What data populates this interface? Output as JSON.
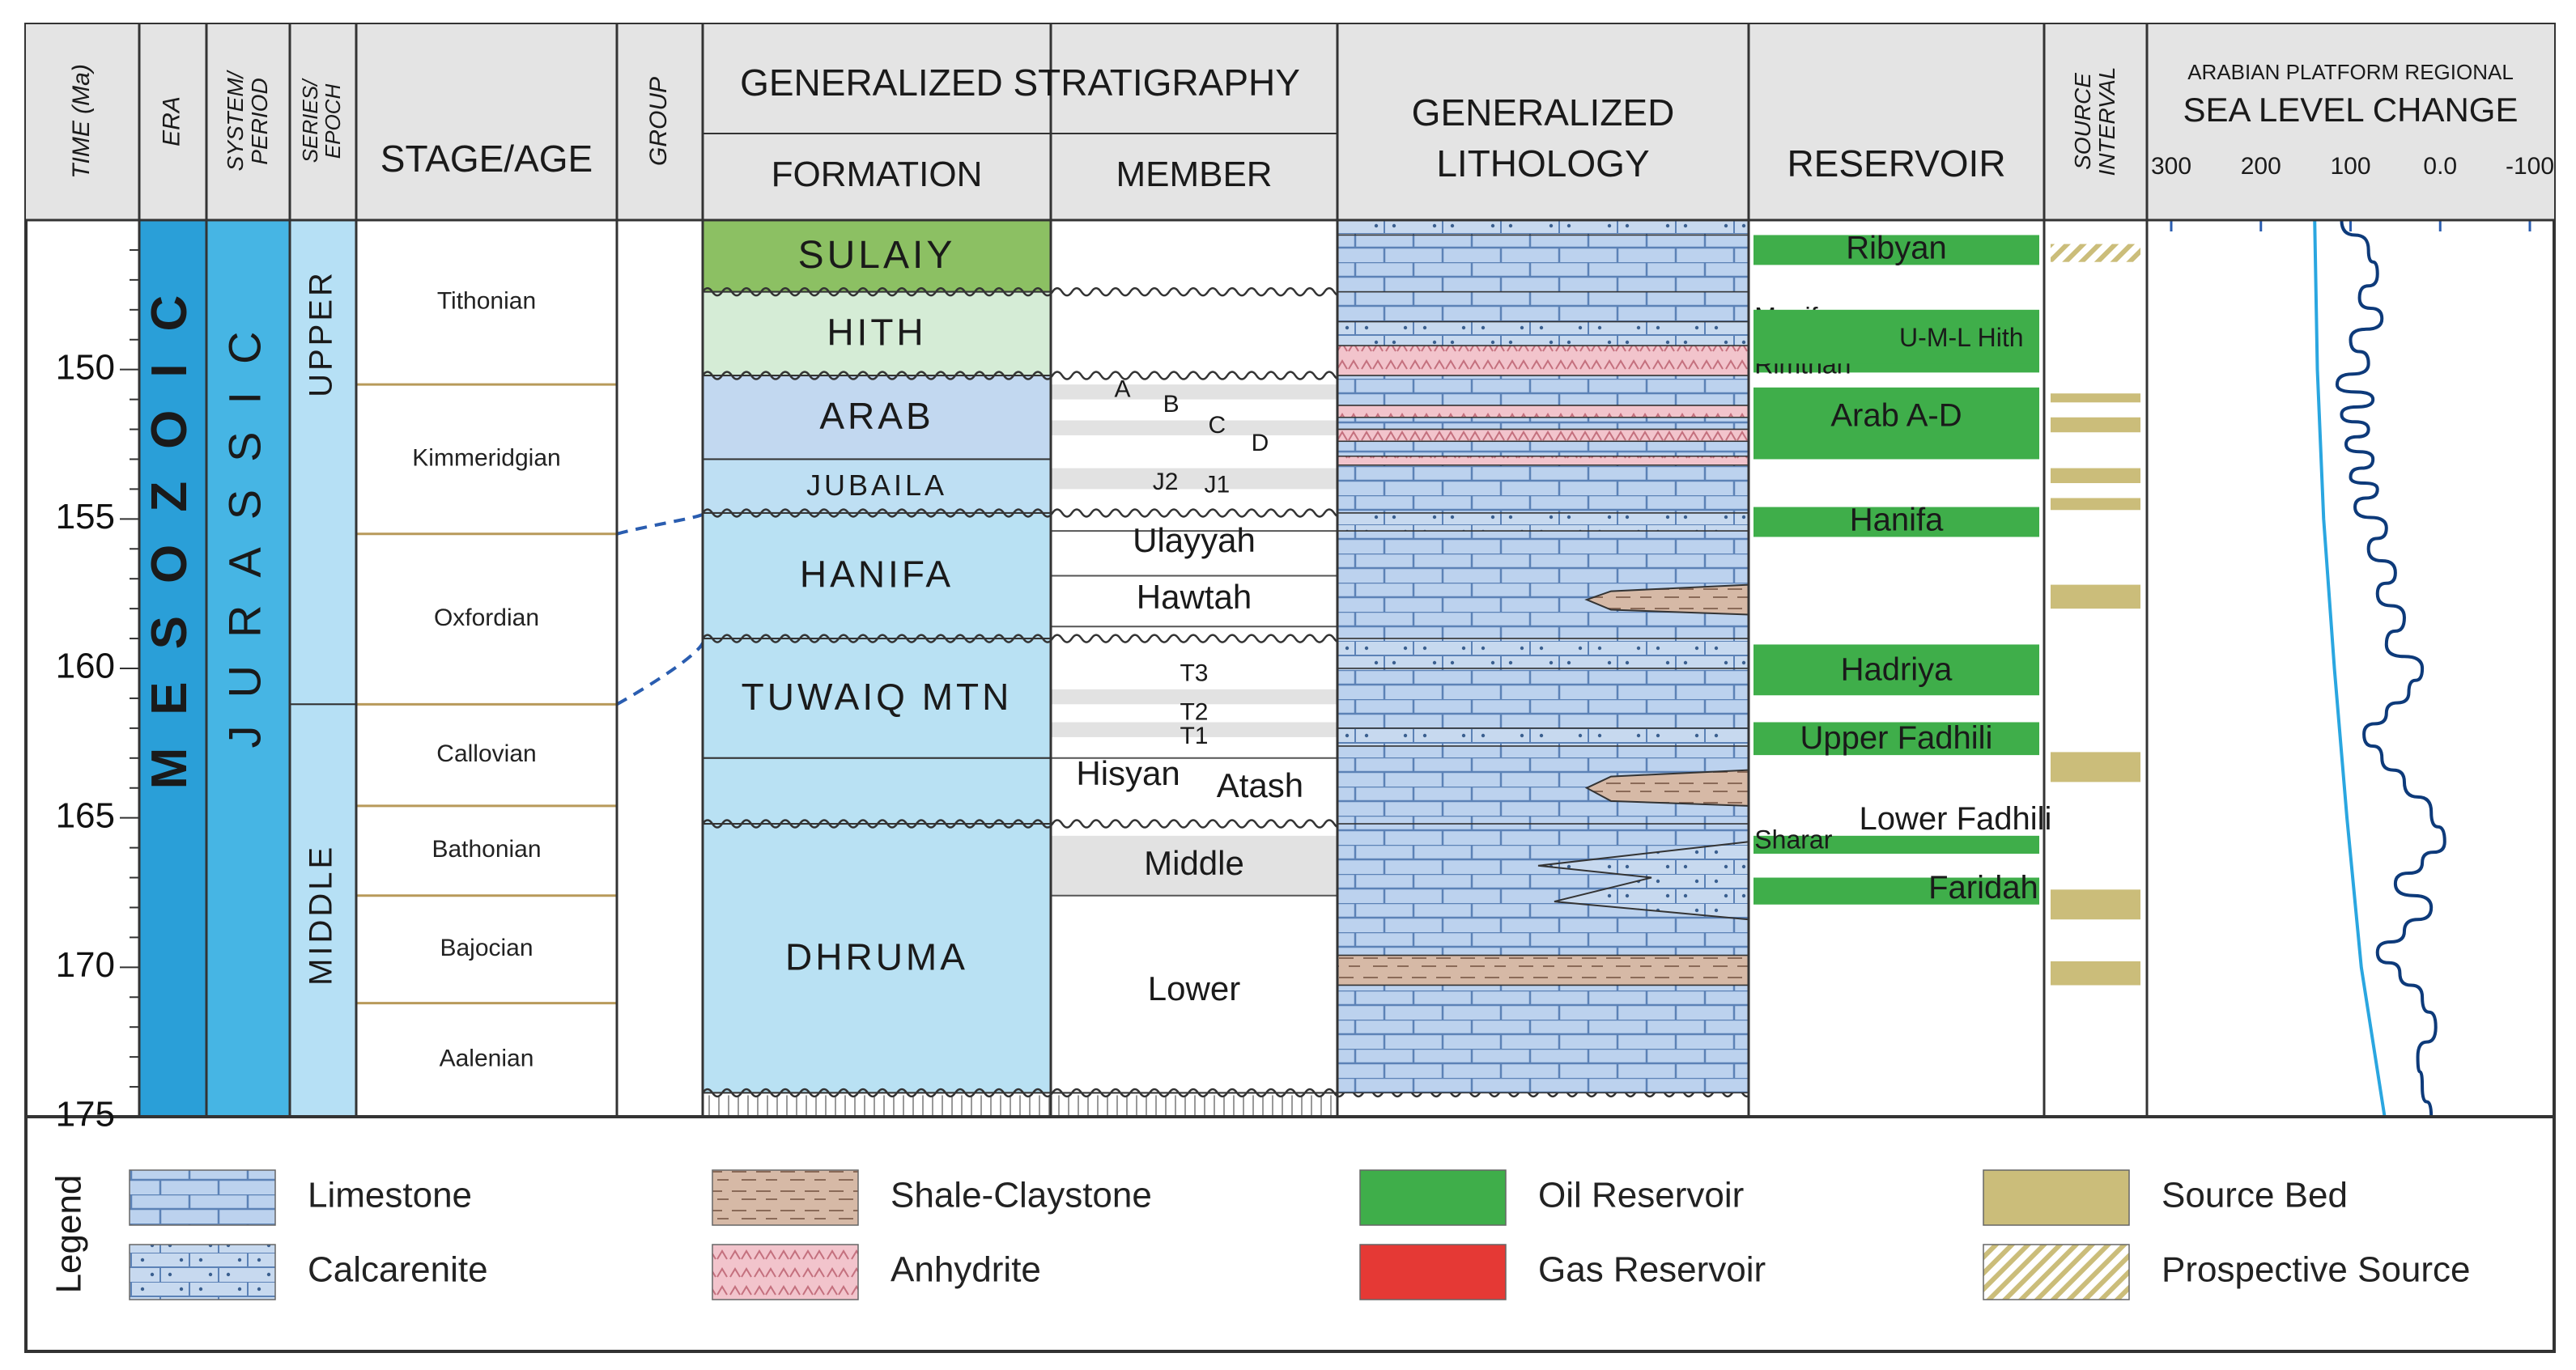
{
  "headers": {
    "time": "TIME (Ma)",
    "era": "ERA",
    "system": [
      "SYSTEM/",
      "PERIOD"
    ],
    "series": [
      "SERIES/",
      "EPOCH"
    ],
    "stage": "STAGE/AGE",
    "group": "GROUP",
    "gen_strat": "GENERALIZED STRATIGRAPHY",
    "formation": "FORMATION",
    "member": "MEMBER",
    "lithology": [
      "GENERALIZED",
      "LITHOLOGY"
    ],
    "reservoir": "RESERVOIR",
    "source": [
      "SOURCE",
      "INTERVAL"
    ],
    "sea_title": "ARABIAN PLATFORM REGIONAL",
    "sea_subtitle": "SEA LEVEL CHANGE",
    "sea_ticks": [
      "300",
      "200",
      "100",
      "0.0",
      "-100"
    ]
  },
  "time_ticks": [
    "150",
    "155",
    "160",
    "165",
    "170",
    "175"
  ],
  "era": "MESOZOIC",
  "system": "JURASSIC",
  "series": [
    {
      "name": "UPPER",
      "top": 145,
      "base": 161.2
    },
    {
      "name": "MIDDLE",
      "top": 161.2,
      "base": 175
    }
  ],
  "stages": [
    {
      "name": "Tithonian",
      "top": 145,
      "base": 150.5
    },
    {
      "name": "Kimmeridgian",
      "top": 150.5,
      "base": 155.5
    },
    {
      "name": "Oxfordian",
      "top": 155.5,
      "base": 161.2
    },
    {
      "name": "Callovian",
      "top": 161.2,
      "base": 164.6
    },
    {
      "name": "Bathonian",
      "top": 164.6,
      "base": 167.6
    },
    {
      "name": "Bajocian",
      "top": 167.6,
      "base": 171.2
    },
    {
      "name": "Aalenian",
      "top": 171.2,
      "base": 175
    }
  ],
  "formations": [
    {
      "name": "SULAIY",
      "top": 145,
      "base": 147.4,
      "color": "#8cc063"
    },
    {
      "name": "HITH",
      "top": 147.4,
      "base": 150.2,
      "color": "#d5ecd6"
    },
    {
      "name": "ARAB",
      "top": 150.2,
      "base": 153.0,
      "color": "#c2d8f0"
    },
    {
      "name": "JUBAILA",
      "top": 153.0,
      "base": 154.8,
      "color": "#bedff3"
    },
    {
      "name": "HANIFA",
      "top": 154.8,
      "base": 159.0,
      "color": "#b9e1f3"
    },
    {
      "name": "TUWAIQ MTN",
      "top": 159.0,
      "base": 163.0,
      "color": "#b9e1f3"
    },
    {
      "name": "",
      "top": 163.0,
      "base": 165.2,
      "color": "#b9e1f3"
    },
    {
      "name": "DHRUMA",
      "top": 165.2,
      "base": 174.2,
      "color": "#b9e1f3"
    }
  ],
  "members": [
    {
      "name": "A",
      "t": 150.7,
      "xf": 0.25,
      "small": true
    },
    {
      "name": "B",
      "t": 151.2,
      "xf": 0.42,
      "small": true
    },
    {
      "name": "C",
      "t": 151.9,
      "xf": 0.58,
      "small": true
    },
    {
      "name": "D",
      "t": 152.5,
      "xf": 0.73,
      "small": true
    },
    {
      "name": "J2",
      "t": 153.8,
      "xf": 0.4,
      "small": true
    },
    {
      "name": "J1",
      "t": 153.9,
      "xf": 0.58,
      "small": true
    },
    {
      "name": "Ulayyah",
      "t": 155.8,
      "xf": 0.5,
      "small": false
    },
    {
      "name": "Hawtah",
      "t": 157.7,
      "xf": 0.5,
      "small": false
    },
    {
      "name": "T3",
      "t": 160.2,
      "xf": 0.5,
      "small": true
    },
    {
      "name": "T2",
      "t": 161.5,
      "xf": 0.5,
      "small": true
    },
    {
      "name": "T1",
      "t": 162.3,
      "xf": 0.5,
      "small": true
    },
    {
      "name": "Hisyan",
      "t": 163.6,
      "xf": 0.27,
      "small": false
    },
    {
      "name": "Atash",
      "t": 164.0,
      "xf": 0.73,
      "small": false
    },
    {
      "name": "Middle",
      "t": 166.6,
      "xf": 0.5,
      "small": false
    },
    {
      "name": "Lower",
      "t": 170.8,
      "xf": 0.5,
      "small": false
    }
  ],
  "reservoirs": [
    {
      "name": "Ribyan",
      "top": 145.5,
      "base": 146.5,
      "color": "#3fae4a",
      "label_t": 146.0,
      "xf": 0.5,
      "bar": true
    },
    {
      "name": "Manifa",
      "top": 148.3,
      "base": 148.7,
      "color": "#3fae4a",
      "label_t": 148.3,
      "xf": 0.02,
      "bar": true,
      "anchor": "start"
    },
    {
      "name": "Rimthan",
      "top": 149.7,
      "base": 150.1,
      "color": "#3fae4a",
      "label_t": 149.9,
      "xf": 0.02,
      "bar": true,
      "anchor": "start"
    },
    {
      "name": "U-M-L Hith",
      "top": 148.0,
      "base": 149.8,
      "color": "#3fae4a",
      "label_t": 149.0,
      "xf": 0.72,
      "bar": true
    },
    {
      "name": "Arab A-D",
      "top": 150.6,
      "base": 153.0,
      "color": "#3fae4a",
      "label_t": 151.6,
      "xf": 0.5,
      "bar": true
    },
    {
      "name": "Hanifa",
      "top": 154.6,
      "base": 155.6,
      "color": "#3fae4a",
      "label_t": 155.1,
      "xf": 0.5,
      "bar": true
    },
    {
      "name": "Hadriya",
      "top": 159.2,
      "base": 160.9,
      "color": "#3fae4a",
      "label_t": 160.1,
      "xf": 0.5,
      "bar": true
    },
    {
      "name": "Upper Fadhili",
      "top": 161.8,
      "base": 162.9,
      "color": "#3fae4a",
      "label_t": 162.4,
      "xf": 0.5,
      "bar": true
    },
    {
      "name": "Lower Fadhili",
      "top": 165.6,
      "base": 166.2,
      "color": "#3fae4a",
      "label_t": 165.1,
      "xf": 0.7,
      "bar": true
    },
    {
      "name": "Sharar",
      "top": 165.5,
      "base": 166.1,
      "color": "#3fae4a",
      "label_t": 165.8,
      "xf": 0.02,
      "bar": false,
      "anchor": "start"
    },
    {
      "name": "Faridah",
      "top": 167.0,
      "base": 167.9,
      "color": "#3fae4a",
      "label_t": 167.4,
      "xf": 0.98,
      "bar": true,
      "anchor": "end"
    }
  ],
  "source_beds": [
    {
      "top": 145.8,
      "base": 146.4,
      "type": "prospective"
    },
    {
      "top": 150.8,
      "base": 151.1,
      "type": "bed"
    },
    {
      "top": 151.6,
      "base": 152.1,
      "type": "bed"
    },
    {
      "top": 153.3,
      "base": 153.8,
      "type": "bed"
    },
    {
      "top": 154.3,
      "base": 154.7,
      "type": "bed"
    },
    {
      "top": 157.2,
      "base": 158.0,
      "type": "bed"
    },
    {
      "top": 162.8,
      "base": 163.8,
      "type": "bed"
    },
    {
      "top": 167.4,
      "base": 168.4,
      "type": "bed"
    },
    {
      "top": 169.8,
      "base": 170.6,
      "type": "bed"
    }
  ],
  "litho_units": [
    {
      "top": 145,
      "base": 145.5,
      "type": "calcarenite"
    },
    {
      "top": 145.5,
      "base": 147.4,
      "type": "limestone"
    },
    {
      "top": 147.4,
      "base": 148.4,
      "type": "limestone"
    },
    {
      "top": 148.4,
      "base": 149.2,
      "type": "calcarenite"
    },
    {
      "top": 149.2,
      "base": 150.2,
      "type": "anhydrite"
    },
    {
      "top": 150.2,
      "base": 151.2,
      "type": "limestone"
    },
    {
      "top": 151.2,
      "base": 151.6,
      "type": "anhydrite"
    },
    {
      "top": 151.6,
      "base": 152.0,
      "type": "limestone"
    },
    {
      "top": 152.0,
      "base": 152.4,
      "type": "anhydrite"
    },
    {
      "top": 152.4,
      "base": 152.9,
      "type": "limestone"
    },
    {
      "top": 152.9,
      "base": 153.2,
      "type": "anhydrite"
    },
    {
      "top": 153.2,
      "base": 154.8,
      "type": "limestone"
    },
    {
      "top": 154.8,
      "base": 155.4,
      "type": "calcarenite"
    },
    {
      "top": 155.4,
      "base": 159.0,
      "type": "limestone"
    },
    {
      "top": 159.0,
      "base": 160.0,
      "type": "calcarenite"
    },
    {
      "top": 160.0,
      "base": 162.0,
      "type": "limestone"
    },
    {
      "top": 162.0,
      "base": 162.6,
      "type": "calcarenite"
    },
    {
      "top": 162.6,
      "base": 165.2,
      "type": "limestone"
    },
    {
      "top": 165.2,
      "base": 169.6,
      "type": "limestone"
    },
    {
      "top": 169.6,
      "base": 170.6,
      "type": "shale"
    },
    {
      "top": 170.6,
      "base": 174.2,
      "type": "limestone"
    }
  ],
  "legend": {
    "title": "Legend",
    "items": [
      {
        "label": "Limestone",
        "swatch": "limestone"
      },
      {
        "label": "Calcarenite",
        "swatch": "calcarenite"
      },
      {
        "label": "Shale-Claystone",
        "swatch": "shale"
      },
      {
        "label": "Anhydrite",
        "swatch": "anhydrite"
      },
      {
        "label": "Oil Reservoir",
        "swatch": "oil"
      },
      {
        "label": "Gas Reservoir",
        "swatch": "gas"
      },
      {
        "label": "Source Bed",
        "swatch": "source"
      },
      {
        "label": "Prospective Source",
        "swatch": "prospective"
      }
    ]
  },
  "colors": {
    "era": "#2a9fd8",
    "system": "#46b5e4",
    "series": "#b6e0f5",
    "series_text": "#1f7ab8",
    "oil": "#3fae4a",
    "gas": "#e53935",
    "source": "#cbbd7a",
    "sea_curve": "#0d3a7a",
    "sea_long": "#2aa6e0",
    "limestone": "#bcd2ee",
    "calcarenite": "#c7d9ef",
    "shale": "#d6b9a6",
    "anhydrite": "#f2c4cc"
  },
  "sea_level_curve": {
    "long_term": [
      [
        145,
        140
      ],
      [
        150,
        137
      ],
      [
        155,
        130
      ],
      [
        160,
        118
      ],
      [
        165,
        104
      ],
      [
        170,
        88
      ],
      [
        175,
        62
      ]
    ],
    "short_term": [
      [
        145.0,
        110
      ],
      [
        146.0,
        80
      ],
      [
        146.8,
        70
      ],
      [
        147.6,
        90
      ],
      [
        148.3,
        65
      ],
      [
        149.0,
        100
      ],
      [
        149.8,
        80
      ],
      [
        150.5,
        115
      ],
      [
        151.0,
        75
      ],
      [
        151.5,
        110
      ],
      [
        152.0,
        80
      ],
      [
        152.5,
        105
      ],
      [
        153.0,
        75
      ],
      [
        153.6,
        100
      ],
      [
        154.0,
        70
      ],
      [
        154.6,
        95
      ],
      [
        155.3,
        60
      ],
      [
        156.0,
        80
      ],
      [
        156.8,
        50
      ],
      [
        157.5,
        70
      ],
      [
        158.3,
        40
      ],
      [
        159.2,
        60
      ],
      [
        160.0,
        20
      ],
      [
        160.8,
        35
      ],
      [
        161.5,
        60
      ],
      [
        162.2,
        85
      ],
      [
        163.0,
        65
      ],
      [
        163.8,
        40
      ],
      [
        164.8,
        10
      ],
      [
        165.8,
        -5
      ],
      [
        166.5,
        20
      ],
      [
        167.2,
        50
      ],
      [
        168.0,
        10
      ],
      [
        168.8,
        40
      ],
      [
        169.5,
        70
      ],
      [
        170.2,
        45
      ],
      [
        171.0,
        20
      ],
      [
        172.0,
        5
      ],
      [
        173.0,
        25
      ],
      [
        174.0,
        20
      ],
      [
        175.0,
        10
      ]
    ]
  }
}
